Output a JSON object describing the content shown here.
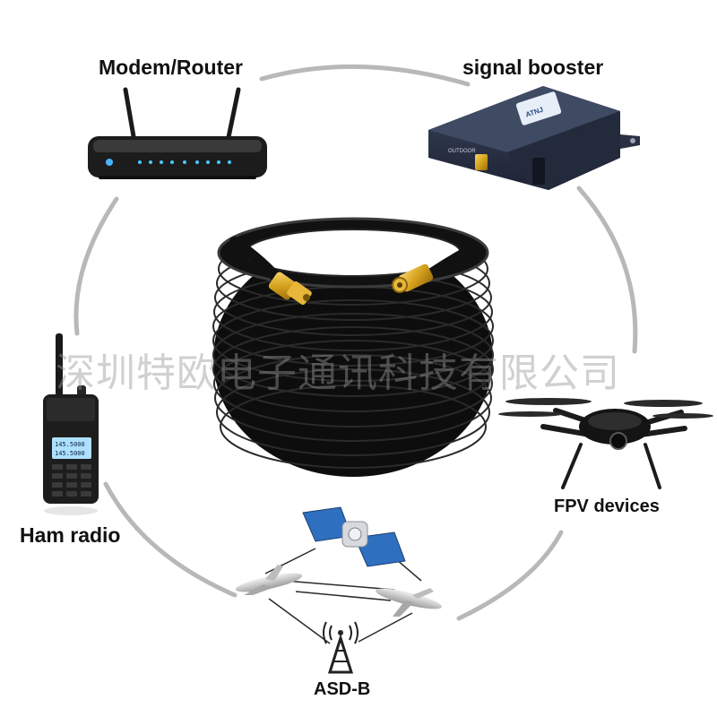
{
  "labels": {
    "modem_router": "Modem/Router",
    "signal_booster": "signal booster",
    "ham_radio": "Ham radio",
    "fpv_devices": "FPV devices",
    "asd_b": "ASD-B"
  },
  "booster_text": {
    "outdoor": "OUTDOOR",
    "brand": "ATNJ"
  },
  "radio_screen": {
    "line1": "145.5000",
    "line2": "145.5000"
  },
  "watermark": "深圳特欧电子通讯科技有限公司",
  "colors": {
    "ring": "#b3b3b3",
    "cable": "#151515",
    "connector_gold": "#d6a21e",
    "booster_body": "#2c3447",
    "satellite_panel": "#2f6fc0"
  },
  "icons": [
    "wifi-router-icon",
    "signal-booster-icon",
    "coax-cable-icon",
    "ham-radio-icon",
    "drone-icon",
    "satellite-icon",
    "airplane-icon",
    "radio-tower-icon"
  ]
}
